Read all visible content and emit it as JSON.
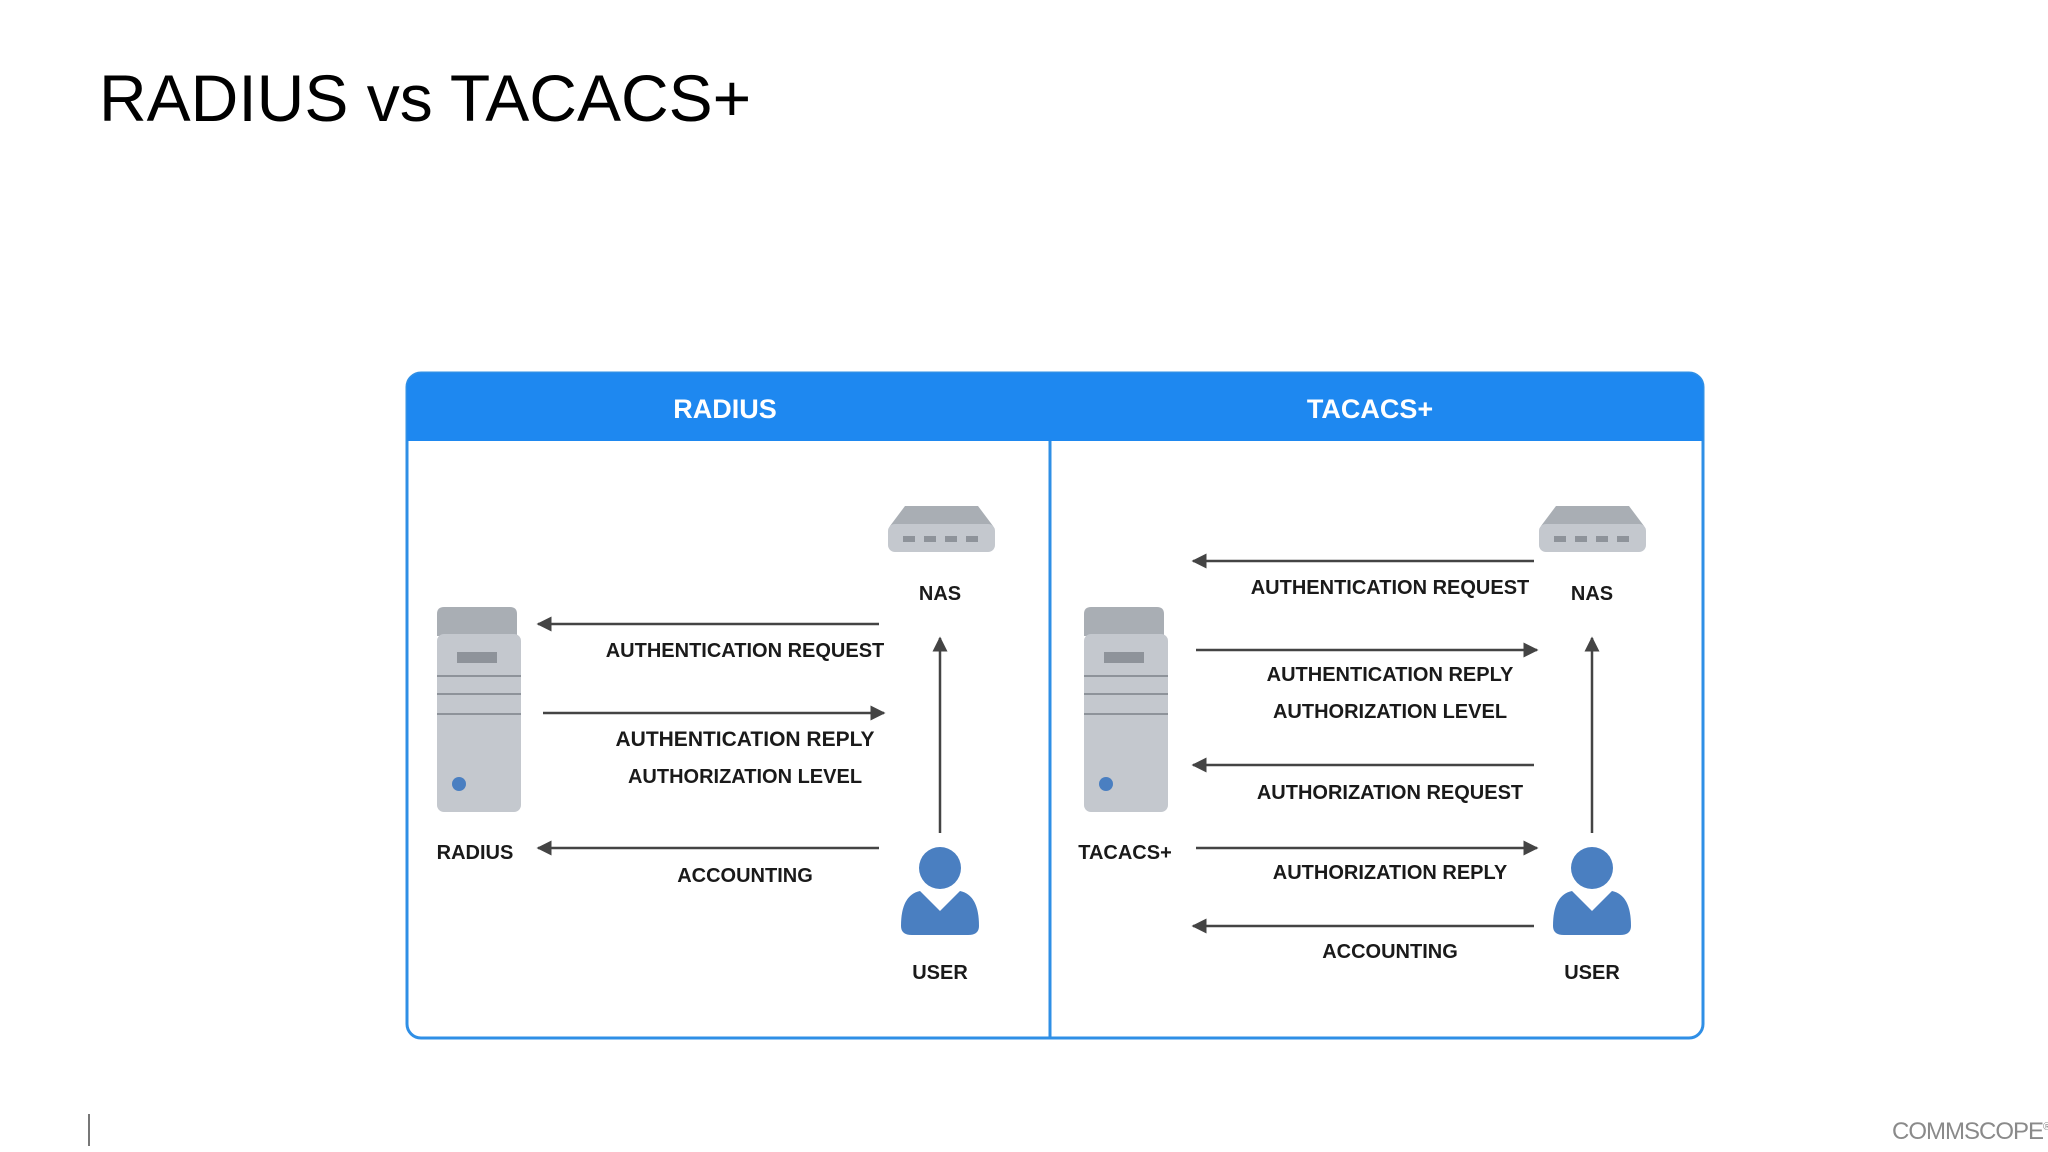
{
  "slide": {
    "title": "RADIUS vs TACACS+"
  },
  "diagram": {
    "colors": {
      "header_blue": "#1e88f0",
      "border_blue": "#2f8fe6",
      "device_grey": "#c4c8ce",
      "device_dark": "#9ea3a9",
      "user_blue": "#4a7fc1",
      "arrow": "#444444",
      "text": "#1a1a1a"
    },
    "radius": {
      "header": "RADIUS",
      "server_label": "RADIUS",
      "nas_label": "NAS",
      "user_label": "USER",
      "messages": {
        "auth_request": "AUTHENTICATION REQUEST",
        "auth_reply": "AUTHENTICATION REPLY",
        "authz_level": "AUTHORIZATION LEVEL",
        "accounting": "ACCOUNTING"
      }
    },
    "tacacs": {
      "header": "TACACS+",
      "server_label": "TACACS+",
      "nas_label": "NAS",
      "user_label": "USER",
      "messages": {
        "auth_request": "AUTHENTICATION REQUEST",
        "auth_reply": "AUTHENTICATION REPLY",
        "authz_level": "AUTHORIZATION LEVEL",
        "authz_request": "AUTHORIZATION REQUEST",
        "authz_reply": "AUTHORIZATION REPLY",
        "accounting": "ACCOUNTING"
      }
    }
  },
  "footer": {
    "logo_text": "COMMSCOPE",
    "logo_mark": "®"
  }
}
